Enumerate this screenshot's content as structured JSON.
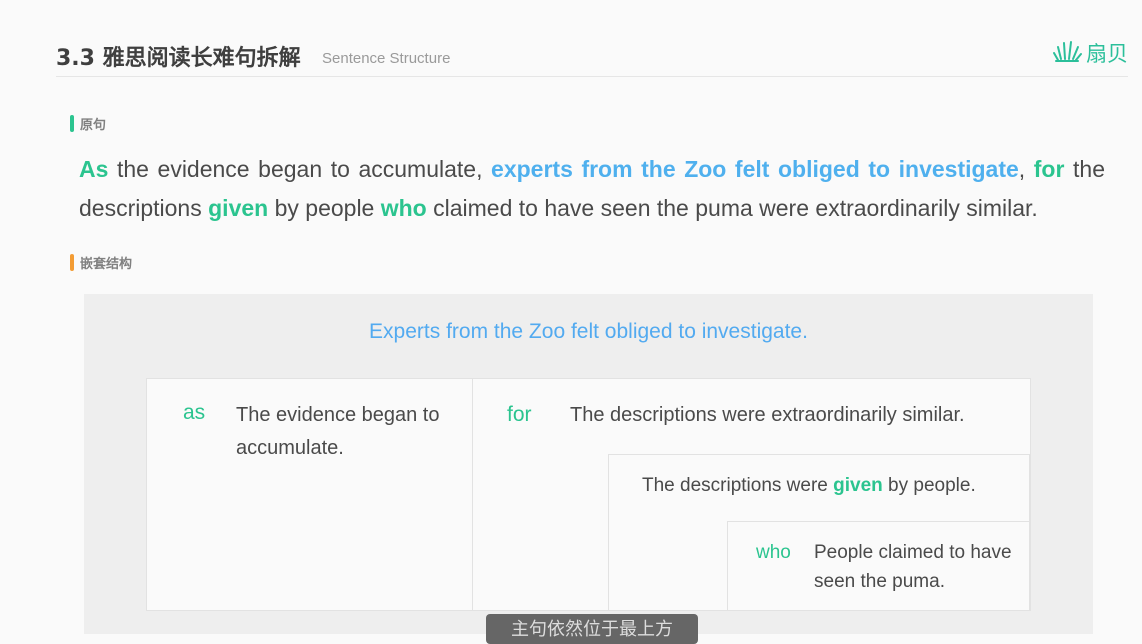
{
  "header": {
    "title": "3.3 雅思阅读长难句拆解",
    "subtitle": "Sentence Structure",
    "logo_text": "扇贝"
  },
  "section_original": {
    "label": "原句"
  },
  "sentence": {
    "p1": "As",
    "p2": " the evidence began to accumulate, ",
    "p3": "experts from the Zoo felt obliged to investigate",
    "p4": ", ",
    "p5": "for",
    "p6": " the descriptions ",
    "p7": "given",
    "p8": " by people ",
    "p9": "who",
    "p10": " claimed to have seen the puma were extraordinarily similar."
  },
  "section_structure": {
    "label": "嵌套结构"
  },
  "diagram": {
    "main_clause": "Experts from the Zoo felt obliged to investigate.",
    "as_keyword": "as",
    "as_text": "The evidence began to accumulate.",
    "for_keyword": "for",
    "for_text": "The descriptions were extraordinarily similar.",
    "given_pre": "The descriptions were ",
    "given_kw": "given",
    "given_post": " by people.",
    "who_keyword": "who",
    "who_text": "People claimed to have seen the puma."
  },
  "video_subtitle": "主句依然位于最上方",
  "colors": {
    "green": "#2bc48f",
    "blue": "#4fb0ee",
    "orange": "#f39c34"
  }
}
